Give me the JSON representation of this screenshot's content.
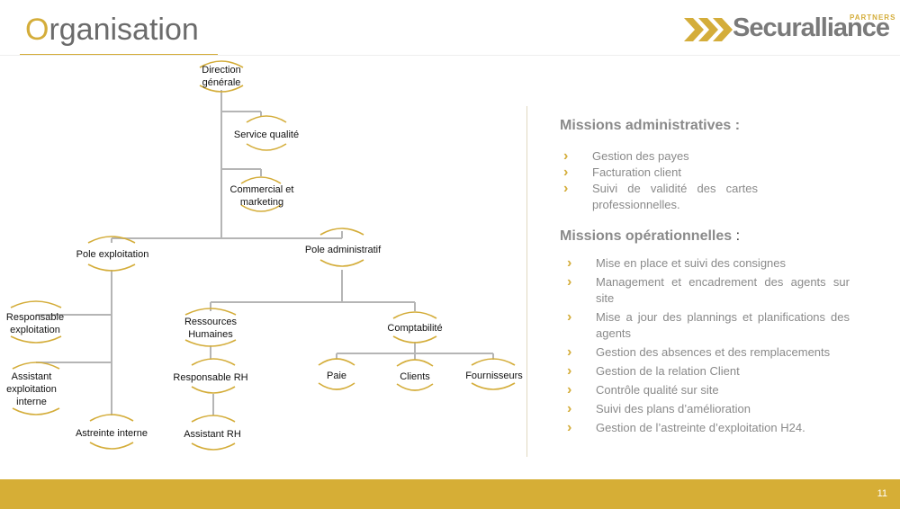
{
  "header": {
    "title_first": "O",
    "title_rest": "rganisation",
    "logo_name": "Securalliance",
    "logo_tag": "PARTNERS"
  },
  "org": {
    "direction": "Direction générale",
    "qualite": "Service qualité",
    "commercial": "Commercial et marketing",
    "pole_exploitation": "Pole exploitation",
    "pole_admin": "Pole administratif",
    "resp_exploitation": "Responsable exploitation",
    "assistant_exploitation": "Assistant exploitation interne",
    "astreinte": "Astreinte interne",
    "rh": "Ressources Humaines",
    "resp_rh": "Responsable RH",
    "assistant_rh": "Assistant RH",
    "compta": "Comptabilité",
    "paie": "Paie",
    "clients": "Clients",
    "fournisseurs": "Fournisseurs"
  },
  "missions_admin": {
    "title": "Missions administratives :",
    "items": [
      "Gestion des payes",
      "Facturation client",
      "Suivi de validité des cartes professionnelles."
    ]
  },
  "missions_ops": {
    "title": "Missions opérationnelles",
    "title_suffix": " :",
    "items": [
      "Mise en place et suivi des consignes",
      "Management et encadrement des agents sur site",
      "Mise a jour des plannings et planifications des agents",
      "Gestion des absences et des remplacements",
      "Gestion de la relation Client",
      "Contrôle qualité sur site",
      "Suivi des plans d’amélioration",
      "Gestion de l’astreinte d’exploitation H24."
    ]
  },
  "footer": {
    "page": "11"
  },
  "colors": {
    "accent": "#d4ad3a",
    "line": "#b5b5b5",
    "text_grey": "#8a8a8a"
  }
}
